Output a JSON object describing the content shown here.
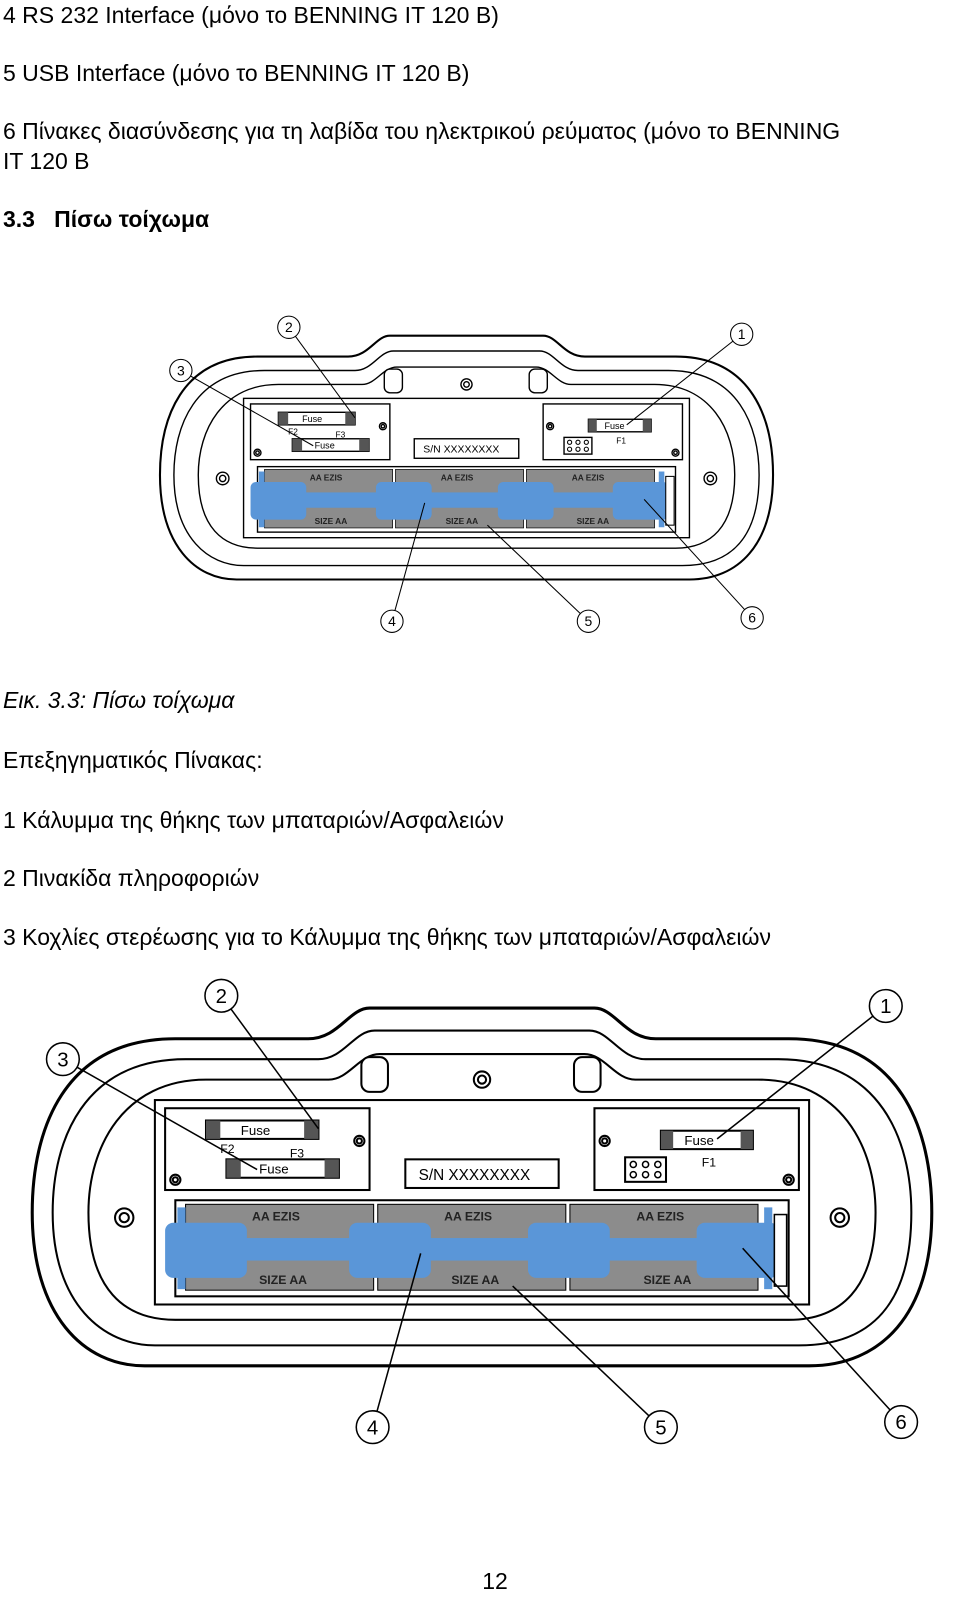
{
  "intro_items": [
    "4 RS 232 Interface (μόνο το BENNING IT 120 B)",
    "5 USB Interface (μόνο το BENNING IT 120 B)",
    "6 Πίνακες διασύνδεσης για τη λαβίδα του ηλεκτρικού ρεύματος (μόνο το BENNING",
    "IT 120 B"
  ],
  "section": {
    "heading": "3.3   Πίσω τοίχωμα"
  },
  "figure": {
    "caption": "Εικ. 3.3: Πίσω τοίχωμα",
    "callouts": [
      "1",
      "2",
      "3",
      "4",
      "5",
      "6"
    ],
    "labels": {
      "fuse": "Fuse",
      "f1": "F1",
      "f2": "F2",
      "f3": "F3",
      "serial": "S/N XXXXXXXX",
      "battery_top": "AA EZIS",
      "battery_bottom": "SIZE AA"
    }
  },
  "legend": {
    "title": "Επεξηγηματικός Πίνακας:",
    "items": [
      "1 Κάλυμμα της θήκης των μπαταριών/Ασφαλειών",
      "2 Πινακίδα πληροφοριών",
      "3 Κοχλίες στερέωσης για το Κάλυμμα της θήκης των μπαταριών/Ασφαλειών"
    ]
  },
  "page_number": "12",
  "colors": {
    "battery_blue": "#5a96d8",
    "battery_gray": "#8c8c8c"
  }
}
